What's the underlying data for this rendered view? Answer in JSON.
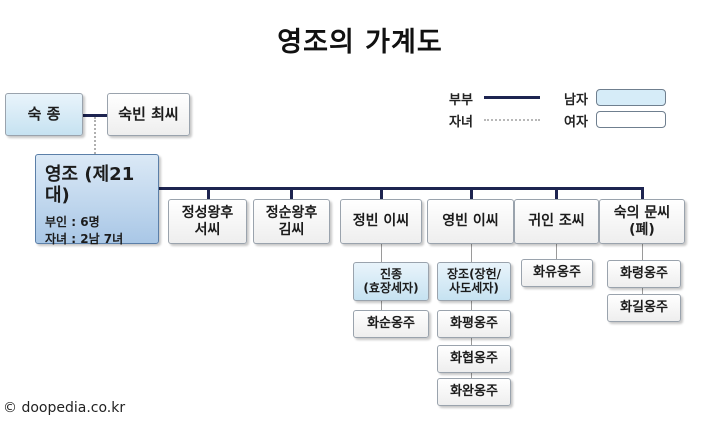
{
  "title": "영조의 가계도",
  "legend": {
    "couple_label": "부부",
    "child_label": "자녀",
    "male_label": "남자",
    "female_label": "여자",
    "male_color": "#d6ecf8",
    "female_color": "#ffffff"
  },
  "sukjong": "숙 종",
  "sukbin": "숙빈 최씨",
  "yeongjo": {
    "name": "영조 (제21대)",
    "wives": "부인 : 6명",
    "children": "자녀 : 2남 7녀"
  },
  "wives": [
    {
      "line1": "정성왕후",
      "line2": "서씨"
    },
    {
      "line1": "정순왕후",
      "line2": "김씨"
    },
    {
      "line1": "정빈 이씨",
      "line2": ""
    },
    {
      "line1": "영빈 이씨",
      "line2": ""
    },
    {
      "line1": "귀인 조씨",
      "line2": ""
    },
    {
      "line1": "숙의 문씨",
      "line2": "(폐)"
    }
  ],
  "children_jeongbin": [
    {
      "line1": "진종",
      "line2": "(효장세자)"
    },
    {
      "line1": "화순옹주",
      "line2": ""
    }
  ],
  "children_yeongbin": [
    {
      "line1": "장조(장헌/",
      "line2": "사도세자)"
    },
    {
      "line1": "화평옹주",
      "line2": ""
    },
    {
      "line1": "화협옹주",
      "line2": ""
    },
    {
      "line1": "화완옹주",
      "line2": ""
    }
  ],
  "children_gwiin": [
    {
      "line1": "화유옹주",
      "line2": ""
    }
  ],
  "children_sukui": [
    {
      "line1": "화령옹주",
      "line2": ""
    },
    {
      "line1": "화길옹주",
      "line2": ""
    }
  ],
  "copyright": "© doopedia.co.kr"
}
